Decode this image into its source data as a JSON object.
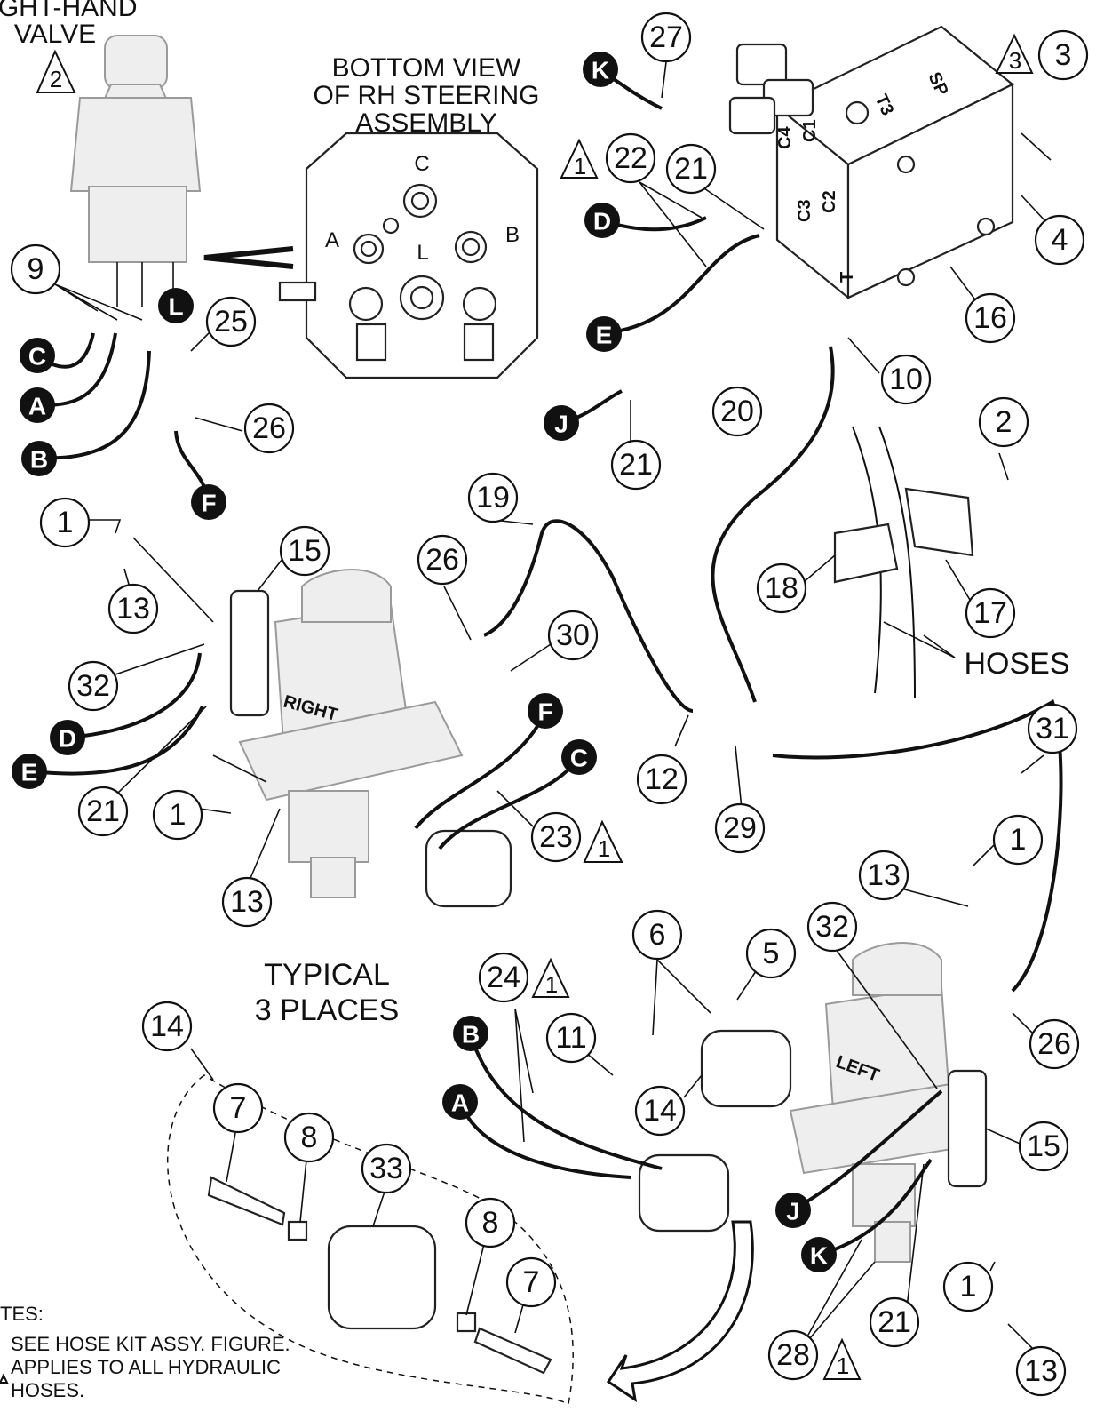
{
  "labels": {
    "valve_line1": "IGHT-HAND",
    "valve_line2": "VALVE",
    "bottom_view_line1": "BOTTOM VIEW",
    "bottom_view_line2": "OF RH STEERING",
    "bottom_view_line3": "ASSEMBLY",
    "hoses": "HOSES",
    "typical_line1": "TYPICAL",
    "typical_line2": "3 PLACES",
    "right_motor": "RIGHT",
    "left_motor": "LEFT",
    "notes_title": "TES:",
    "note_1": "SEE HOSE KIT ASSY. FIGURE.",
    "note_1b": "APPLIES TO ALL HYDRAULIC",
    "note_1c": "HOSES."
  },
  "port_letters": {
    "c": "C",
    "a": "A",
    "b": "B",
    "l": "L"
  },
  "block_ports": {
    "c4": "C4",
    "c1": "C1",
    "c3": "C3",
    "c2": "C2",
    "t": "T",
    "sp": "SP",
    "t3": "T3"
  },
  "callouts": {
    "n27": "27",
    "n3": "3",
    "n22": "22",
    "n21a": "21",
    "n4": "4",
    "n16": "16",
    "n10": "10",
    "n21b": "21",
    "n9": "9",
    "n25": "25",
    "n26a": "26",
    "n20": "20",
    "n2": "2",
    "n18": "18",
    "n17": "17",
    "n1a": "1",
    "n15a": "15",
    "n13a": "13",
    "n26b": "26",
    "n19": "19",
    "n30": "30",
    "n32a": "32",
    "n21c": "21",
    "n1b": "1",
    "n13b": "13",
    "n23": "23",
    "n12": "12",
    "n29": "29",
    "n31": "31",
    "n1c": "1",
    "n13c": "13",
    "n32b": "32",
    "n6": "6",
    "n5": "5",
    "n24": "24",
    "n11": "11",
    "n14a": "14",
    "n26c": "26",
    "n14b": "14",
    "n7a": "7",
    "n8a": "8",
    "n33": "33",
    "n8b": "8",
    "n7b": "7",
    "n15b": "15",
    "n21d": "21",
    "n1d": "1",
    "n28": "28",
    "n13d": "13"
  },
  "connectors": {
    "k1": "K",
    "d1": "D",
    "e1": "E",
    "j1": "J",
    "c1": "C",
    "a1": "A",
    "b1": "B",
    "l1": "L",
    "f1": "F",
    "d2": "D",
    "e2": "E",
    "f2": "F",
    "c2": "C",
    "b2": "B",
    "a2": "A",
    "j2": "J",
    "k2": "K"
  },
  "note_flags": {
    "t2": "2",
    "t3": "3",
    "t1a": "1",
    "t1b": "1",
    "t1c": "1",
    "t1d": "1",
    "t1e": "1"
  }
}
